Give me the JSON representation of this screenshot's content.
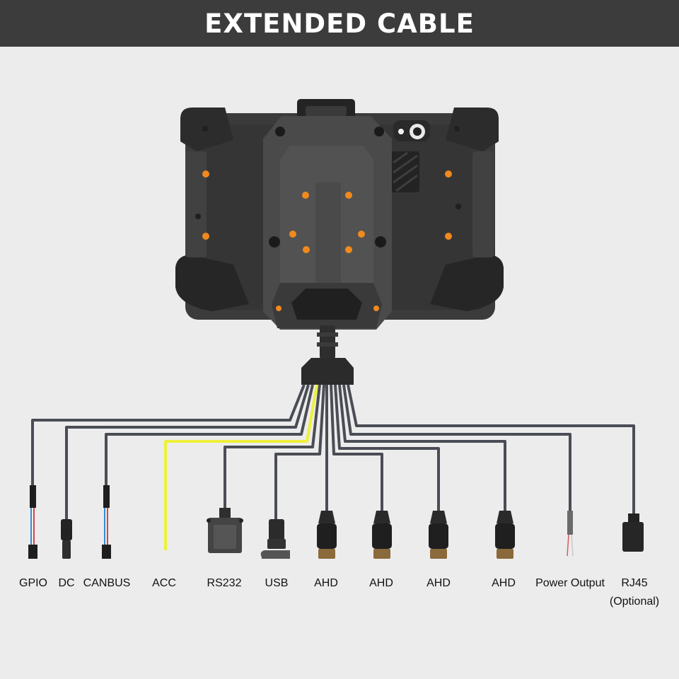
{
  "header": {
    "title": "EXTENDED CABLE"
  },
  "colors": {
    "header_bg": "#3c3c3c",
    "cable": "#4a4d55",
    "acc_wire": "#eef03a",
    "device_body": "#3a3a3a",
    "accent_dots": "#f08a1e"
  },
  "connectors": [
    {
      "id": "gpio",
      "label": "GPIO",
      "type": "wire-plug"
    },
    {
      "id": "dc",
      "label": "DC",
      "type": "barrel"
    },
    {
      "id": "canbus",
      "label": "CANBUS",
      "type": "wire-plug"
    },
    {
      "id": "acc",
      "label": "ACC",
      "type": "bare-wire"
    },
    {
      "id": "rs232",
      "label": "RS232",
      "type": "db9"
    },
    {
      "id": "usb",
      "label": "USB",
      "type": "usb"
    },
    {
      "id": "ahd1",
      "label": "AHD",
      "type": "aviation"
    },
    {
      "id": "ahd2",
      "label": "AHD",
      "type": "aviation"
    },
    {
      "id": "ahd3",
      "label": "AHD",
      "type": "aviation"
    },
    {
      "id": "ahd4",
      "label": "AHD",
      "type": "aviation"
    },
    {
      "id": "power_output",
      "label": "Power Output",
      "type": "bare-wire"
    },
    {
      "id": "rj45",
      "label": "RJ45",
      "sublabel": "(Optional)",
      "type": "rj45"
    }
  ]
}
